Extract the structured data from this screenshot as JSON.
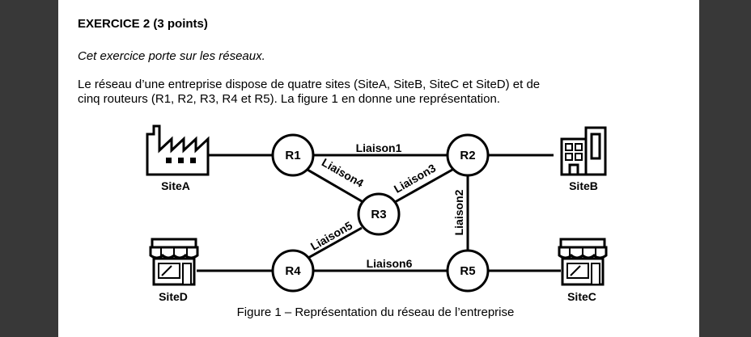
{
  "exercise": {
    "title": "EXERCICE 2 (3 points)",
    "intro": "Cet exercice porte sur les réseaux.",
    "paragraph_line1": "Le réseau d’une entreprise dispose de quatre sites (SiteA, SiteB, SiteC et SiteD) et de",
    "paragraph_line2": "cinq routeurs (R1, R2, R3, R4 et R5). La figure 1 en donne une représentation."
  },
  "figure": {
    "caption": "Figure 1 – Représentation du réseau de l’entreprise",
    "routers": [
      "R1",
      "R2",
      "R3",
      "R4",
      "R5"
    ],
    "sites": [
      {
        "label": "SiteA",
        "icon": "factory-icon"
      },
      {
        "label": "SiteB",
        "icon": "office-building-icon"
      },
      {
        "label": "SiteC",
        "icon": "shop-icon"
      },
      {
        "label": "SiteD",
        "icon": "shop-icon"
      }
    ],
    "links": [
      "Liaison1",
      "Liaison2",
      "Liaison3",
      "Liaison4",
      "Liaison5",
      "Liaison6"
    ]
  }
}
